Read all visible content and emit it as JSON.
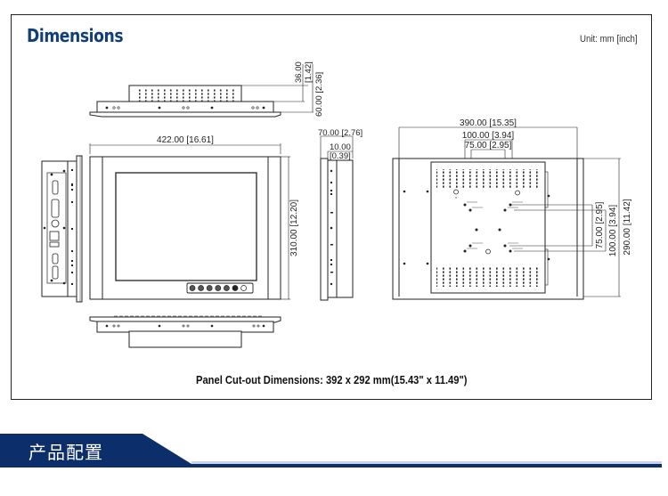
{
  "header": {
    "title": "Dimensions",
    "unit_label": "Unit: mm [inch]"
  },
  "top_view": {
    "height_dim_1": "36.00",
    "height_dim_1_inch": "[1.42]",
    "height_dim_2": "60.00 [2.36]"
  },
  "front_view": {
    "width_dim": "422.00 [16.61]",
    "height_dim": "310.00 [12.20]",
    "control_buttons": [
      "power",
      "menu",
      "left",
      "right",
      "select",
      "brightness",
      "status-led"
    ]
  },
  "side_view": {
    "depth_dim": "70.00 [2.76]",
    "bezel_dim": "10.00",
    "bezel_dim_inch": "[0.39]"
  },
  "rear_view": {
    "width_dim": "390.00 [15.35]",
    "vesa_100_h": "100.00 [3.94]",
    "vesa_75_h": "75.00 [2.95]",
    "vesa_75_v": "75.00 [2.95]",
    "vesa_100_v": "100.00 [3.94]",
    "height_dim": "290.00 [11.42]"
  },
  "footer": {
    "cutout_text": "Panel Cut-out Dimensions: 392 x 292 mm(15.43\" x 11.49\")"
  },
  "section_banner": {
    "label": "产品配置",
    "color": "#0c2f6b"
  }
}
